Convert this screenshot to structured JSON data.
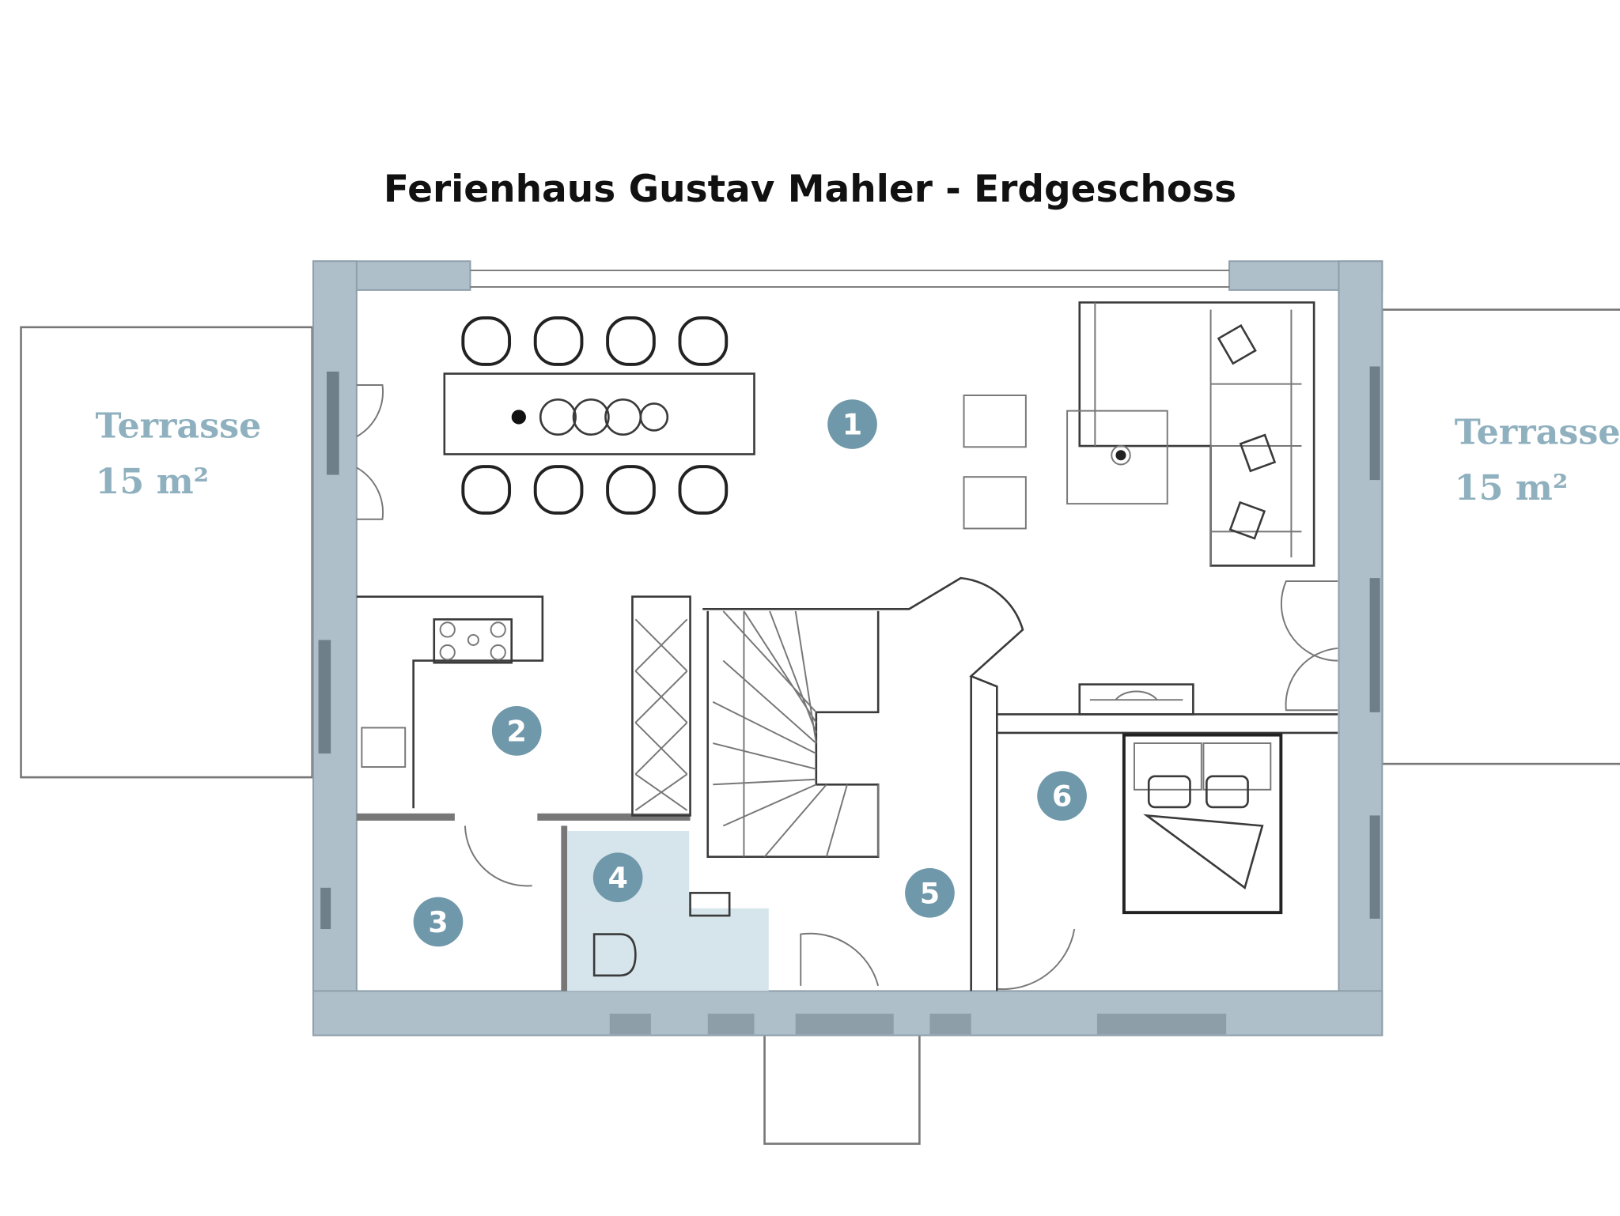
{
  "title": "Ferienhaus Gustav Mahler - Erdgeschoss",
  "terraces": [
    {
      "label": "Terrasse",
      "area": "15 m²"
    },
    {
      "label": "Terrasse",
      "area": "15 m²"
    }
  ],
  "rooms": [
    "1",
    "2",
    "3",
    "4",
    "5",
    "6"
  ],
  "colors": {
    "wall": "#aebfca",
    "marker": "#6f98aa",
    "terrace_text": "#8fb0be"
  }
}
